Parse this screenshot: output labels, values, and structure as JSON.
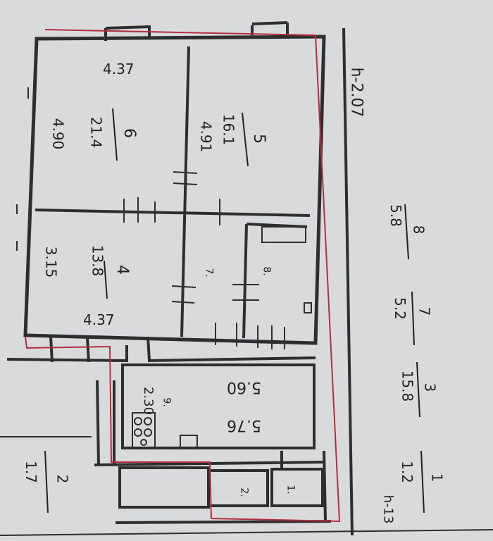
{
  "plan": {
    "height_note": "h-2.07",
    "height_note_bottom": "h-13",
    "rooms": [
      {
        "id": "6",
        "area": "21.4",
        "width": "4.37",
        "length": "4.90"
      },
      {
        "id": "5",
        "area": "16.1",
        "length": "4.91"
      },
      {
        "id": "4",
        "area": "13.8",
        "width": "4.37",
        "length": "3.15"
      },
      {
        "id": "7",
        "label": "7."
      },
      {
        "id": "8",
        "label": "8."
      },
      {
        "id": "9",
        "label": "9.",
        "dim_a": "5.60",
        "dim_b": "2.30",
        "dim_c": "5.76"
      },
      {
        "id": "2",
        "label": "2."
      },
      {
        "id": "1",
        "label": "1."
      }
    ],
    "legend": [
      {
        "num": "8",
        "den": "5.8"
      },
      {
        "num": "7",
        "den": "5.2"
      },
      {
        "num": "3",
        "den": "15.8"
      },
      {
        "num": "1",
        "den": "1.2"
      },
      {
        "num": "2",
        "den": "1.7"
      }
    ],
    "colors": {
      "wall": "#3a3a3a",
      "outline": "#b03040",
      "paper": "#d9dadc"
    }
  }
}
